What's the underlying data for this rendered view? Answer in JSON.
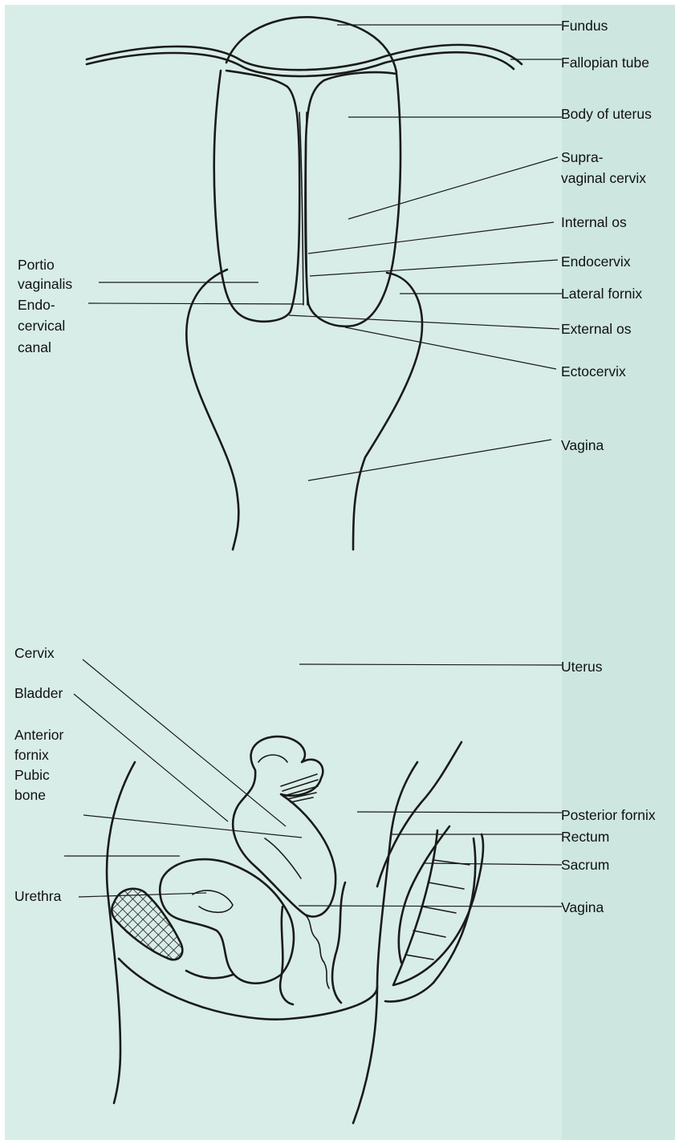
{
  "top_diagram": {
    "labels_right": {
      "fundus": "Fundus",
      "fallopian_tube": "Fallopian tube",
      "body_of_uterus": "Body of uterus",
      "supravaginal_cervix_1": "Supra-",
      "supravaginal_cervix_2": "vaginal cervix",
      "internal_os": "Internal os",
      "endocervix": "Endocervix",
      "lateral_fornix": "Lateral fornix",
      "external_os": "External os",
      "ectocervix": "Ectocervix",
      "vagina": "Vagina"
    },
    "labels_left": {
      "portio_1": "Portio",
      "portio_2": "vaginalis",
      "canal_1": "Endo-",
      "canal_2": "cervical",
      "canal_3": "canal"
    }
  },
  "bottom_diagram": {
    "labels_left": {
      "cervix": "Cervix",
      "bladder": "Bladder",
      "anterior_fornix_1": "Anterior",
      "anterior_fornix_2": "fornix",
      "pubic_bone_1": "Pubic",
      "pubic_bone_2": "bone",
      "urethra": "Urethra"
    },
    "labels_right": {
      "uterus": "Uterus",
      "posterior_fornix": "Posterior fornix",
      "rectum": "Rectum",
      "sacrum": "Sacrum",
      "vagina": "Vagina"
    }
  },
  "colors": {
    "panel": "#d8ede7",
    "strip": "#cde6e0",
    "ink": "#1a1a1a"
  }
}
